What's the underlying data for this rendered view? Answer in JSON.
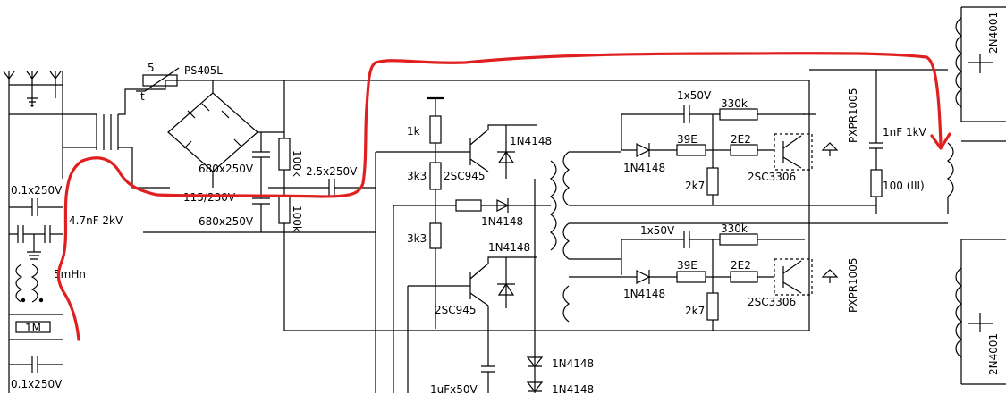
{
  "schematic": {
    "labels": {
      "thermistor_value": "5",
      "thermistor_symbol": "t",
      "thermistor_part": "PS405L",
      "input_cap": "0.1x250V",
      "y_cap": "4.7nF 2kV",
      "choke": "5mHn",
      "discharge_resistor": "1M",
      "input_cap_2": "0.1x250V",
      "bulk_cap_top": "680x250V",
      "bulk_cap_bottom": "680x250V",
      "voltage_switch": "115/230V",
      "bleeder_top": "100k",
      "bleeder_bottom": "100k",
      "coupling_cap": "2.5x250V",
      "r_1k": "1k",
      "r_3k3_top": "3k3",
      "r_3k3_bottom": "3k3",
      "q_top": "2SC945",
      "q_bottom": "2SC945",
      "d_top": "1N4148",
      "d_mid": "1N4148",
      "d_mid2": "1N4148",
      "cap_1u": "1uFx50V",
      "d_bottom1": "1N4148",
      "d_bottom2": "1N4148",
      "cap_1x50_top": "1x50V",
      "cap_1x50_bottom": "1x50V",
      "r_330k_top": "330k",
      "r_330k_bottom": "330k",
      "d_gate_top": "1N4148",
      "d_gate_bottom": "1N4148",
      "r_39e_top": "39E",
      "r_39e_bottom": "39E",
      "r_2e2_top": "2E2",
      "r_2e2_bottom": "2E2",
      "r_2k7_top": "2k7",
      "r_2k7_bottom": "2k7",
      "sw_top": "2SC3306",
      "sw_bottom": "2SC3306",
      "pxpr_top": "PXPR1005",
      "pxpr_bottom": "PXPR1005",
      "snubber_cap": "1nF 1kV",
      "snubber_res": "100 (III)",
      "out_diode_top": "2N4001",
      "out_diode_bottom": "2N4001"
    }
  }
}
